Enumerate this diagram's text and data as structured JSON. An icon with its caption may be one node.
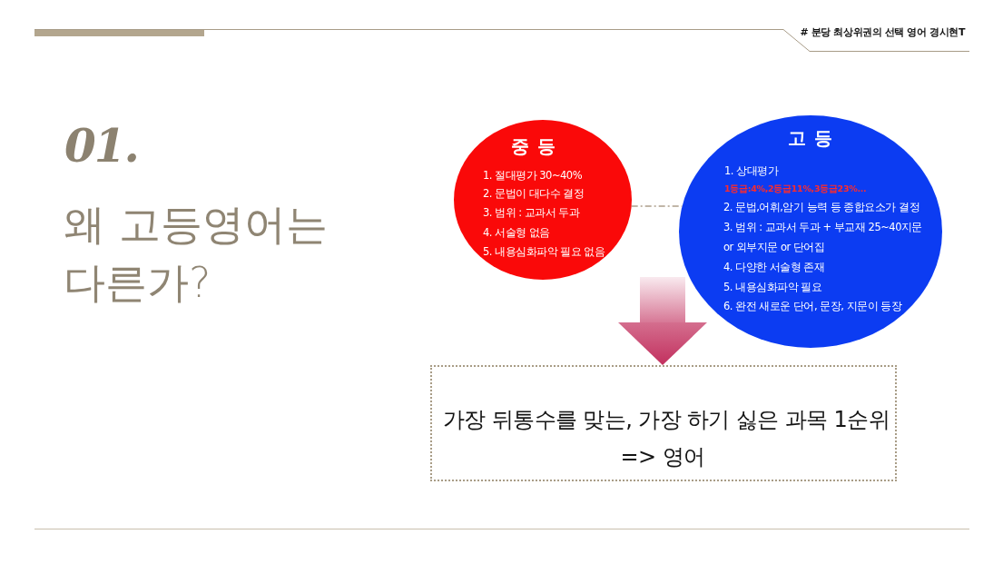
{
  "diagram": {
    "title": "왜 고등영어는 다른가?",
    "nodes": [
      {
        "text": [
          "중 등",
          "1. 절대평가 30~40%",
          "2. 문법이 대다수 결정",
          "3. 범위 : 교과서 두과",
          "4. 서술형 없음",
          "5. 내용심화파악 필요 없음"
        ]
      },
      {
        "text": [
          "고 등",
          "1. 상대평가",
          "1등급:4%,2등급11%,3등급23%...",
          "2. 문법,어휘,암기 능력 등 종합요소가 결정",
          "3. 범위 : 교과서 두과 + 부교재 25~40지문 or 외부지문 or 단어집",
          "4. 다양한 서술형 존재",
          "5. 내용심화파악 필요",
          "6. 완전 새로운 단어, 문장, 지문이 등장"
        ]
      },
      {
        "text": [
          "가장 뒤통수를 맞는, 가장 하기 싫은 과목 1순위",
          "=> 영어"
        ]
      }
    ],
    "edges": [
      {
        "from": 0,
        "to": 1,
        "arrow": "none",
        "style": "dashed"
      },
      {
        "from": null,
        "to": 2,
        "arrow": "to",
        "style": "thick",
        "color": "#c2305e"
      }
    ],
    "labels": [
      "# 분당 최상위권의 선택 영어 경시현T",
      "01."
    ]
  }
}
